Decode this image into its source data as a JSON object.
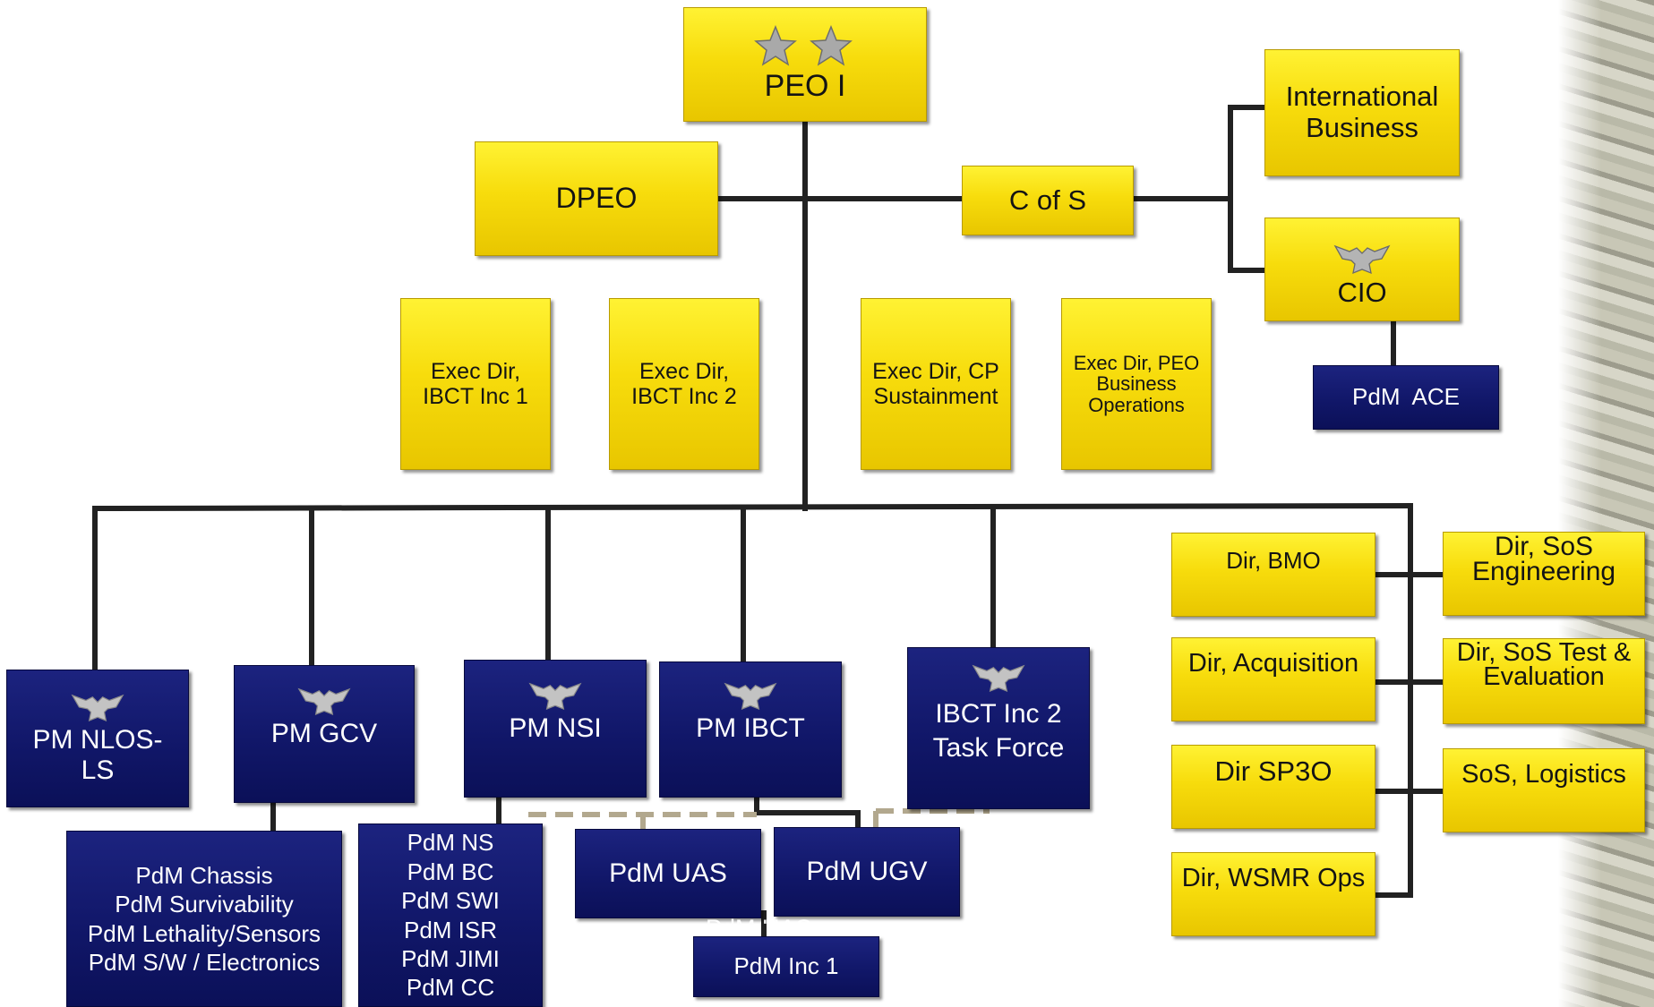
{
  "colors": {
    "yellow_box": "#f7dc0c",
    "blue_box": "#111769",
    "connector": "#222222",
    "dashed_connector": "#b2a88e"
  },
  "top": {
    "peo": {
      "label": "PEO I",
      "insignia": "two-star-icon"
    },
    "dpeo": {
      "label": "DPEO"
    },
    "cos": {
      "label": "C of S"
    },
    "intl": {
      "label": "International Business"
    },
    "cio": {
      "label": "CIO",
      "insignia": "eagle-icon"
    },
    "pdm_ace": {
      "label": "PdM  ACE"
    }
  },
  "exec": {
    "ibct1": {
      "label": "Exec Dir, IBCT Inc 1"
    },
    "ibct2": {
      "label": "Exec Dir, IBCT Inc 2"
    },
    "cp": {
      "label": "Exec Dir, CP Sustainment"
    },
    "peo_bo": {
      "label": "Exec Dir, PEO Business Operations"
    }
  },
  "pm": {
    "nlos": {
      "label": "PM NLOS-LS",
      "insignia": "eagle-icon"
    },
    "gcv": {
      "label": "PM GCV",
      "insignia": "eagle-icon"
    },
    "nsi": {
      "label": "PM NSI",
      "insignia": "eagle-icon"
    },
    "ibct": {
      "label": "PM IBCT",
      "insignia": "eagle-icon"
    },
    "tf": {
      "label": "IBCT Inc 2 Task Force",
      "insignia": "eagle-icon"
    }
  },
  "pdm": {
    "gcv_list": [
      "PdM Chassis",
      "PdM Survivability",
      "PdM Lethality/Sensors",
      "PdM S/W / Electronics"
    ],
    "nsi_list": [
      "PdM NS",
      "PdM BC",
      "PdM SWI",
      "PdM ISR",
      "PdM JIMI",
      "PdM CC"
    ],
    "uas": "PdM UAS",
    "ugv": "PdM UGV",
    "inc1": "PdM Inc 1",
    "hidden_label": "PdM UAS"
  },
  "directorates": {
    "bmo": "Dir, BMO",
    "acq": "Dir, Acquisition",
    "sp3o": "Dir SP3O",
    "wsmr": "Dir, WSMR Ops",
    "sos_eng": "Dir, SoS Engineering",
    "sos_test": "Dir, SoS Test & Evaluation",
    "sos_log": "SoS, Logistics"
  }
}
